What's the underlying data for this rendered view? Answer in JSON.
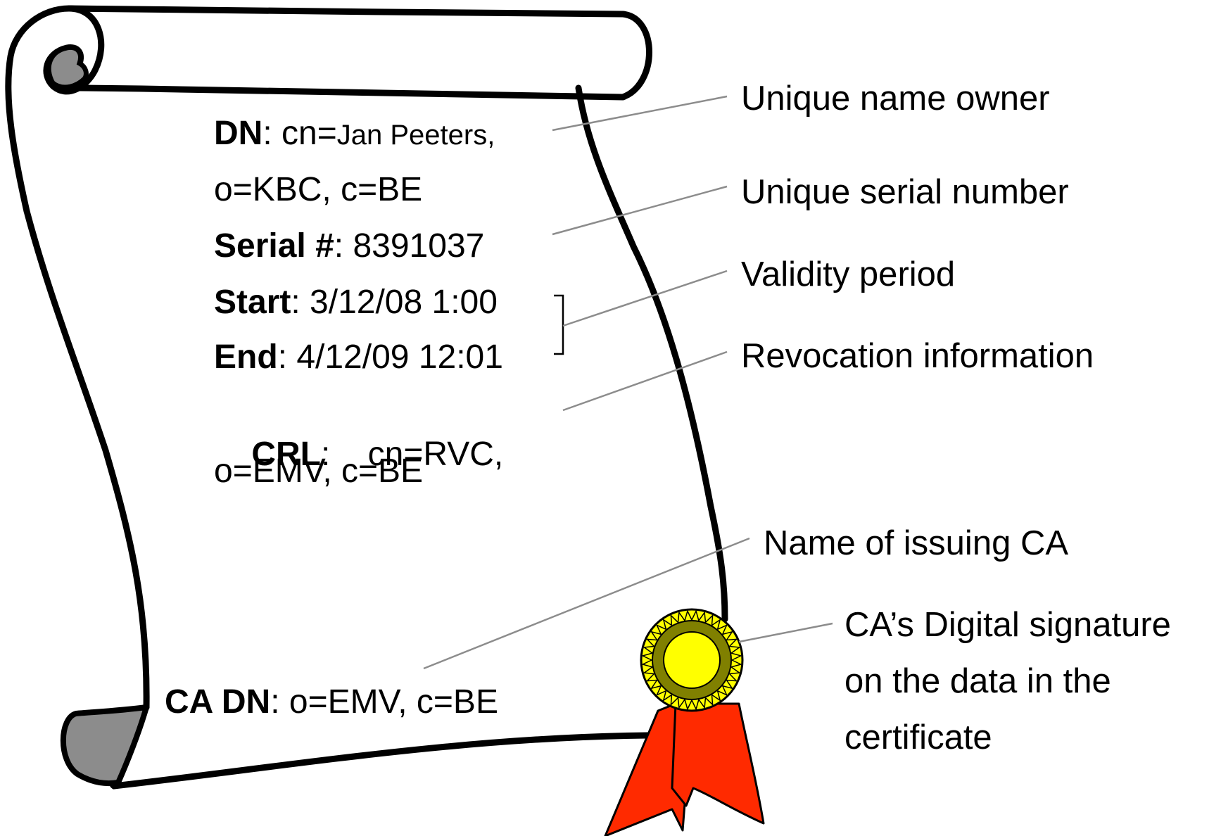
{
  "certificate": {
    "dn": {
      "key": "DN",
      "sep": ": ",
      "prefix": "cn=",
      "name": "Jan Peeters,",
      "line2": "o=KBC, c=BE"
    },
    "serial": {
      "key": "Serial #",
      "value": ": 8391037"
    },
    "start": {
      "key": "Start",
      "value": ": 3/12/08 1:00"
    },
    "end": {
      "key": "End",
      "value": ": 4/12/09 12:01"
    },
    "crl": {
      "key": "CRL",
      "value": ":    cn=RVC,",
      "line2": "o=EMV, c=BE"
    },
    "ca_dn": {
      "key": "CA DN",
      "value": ": o=EMV, c=BE"
    }
  },
  "callouts": {
    "owner": "Unique name owner",
    "serial": "Unique serial number",
    "validity": "Validity period",
    "revocation": "Revocation information",
    "issuer": "Name of issuing CA",
    "signature": [
      "CA’s Digital signature",
      "on the data in the",
      "certificate"
    ]
  },
  "colors": {
    "scroll_outline": "#000000",
    "scroll_curl": "#8c8c8c",
    "leader_line": "#8c8c8c",
    "seal_outer": "#808000",
    "seal_inner": "#ffff00",
    "ribbon": "#ff2a00"
  },
  "icons": {
    "scroll": "parchment-scroll-icon",
    "seal": "rosette-seal-icon"
  }
}
